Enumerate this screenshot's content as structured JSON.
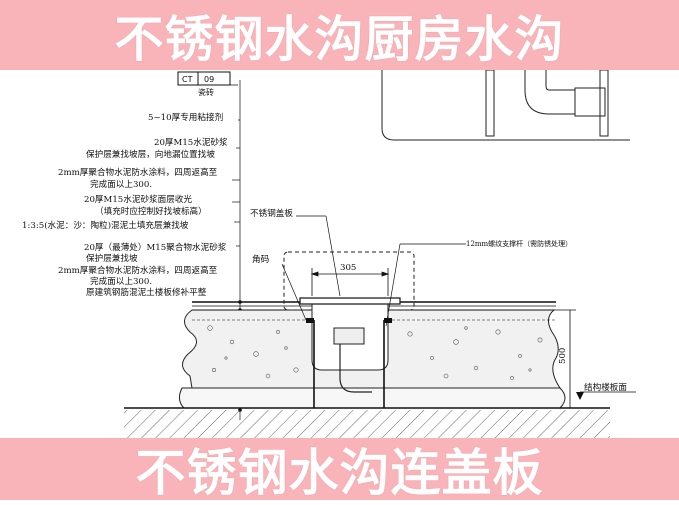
{
  "banner_top": "不锈钢水沟厨房水沟",
  "banner_bottom": "不锈钢水沟连盖板",
  "tag": {
    "code": "CT",
    "number": "09",
    "name": "瓷砖"
  },
  "layers": [
    "5~10厚专用粘接剂",
    "20厚M15水泥砂浆",
    "保护层兼找坡层，向地漏位置找坡",
    "2mm厚聚合物水泥防水涂料，四周返高至",
    "完成面以上300.",
    "20厚M15水泥砂浆面层收光",
    "（填充时应控制好找坡标高）",
    "1:3:5(水泥：沙：陶粒)混泥土填充层兼找坡",
    "20厚（最薄处）M15聚合物水泥砂浆",
    "保护层兼找坡",
    "2mm厚聚合物水泥防水涂料，四周返高至",
    "完成面以上300.",
    "原建筑钢筋混泥土楼板修补平整"
  ],
  "labels": {
    "cover": "不锈钢盖板",
    "angle": "角码",
    "rod": "12mm螺纹支撑杆（需防锈处理）",
    "width": "305",
    "height": "500",
    "slab": "结构楼板面"
  }
}
